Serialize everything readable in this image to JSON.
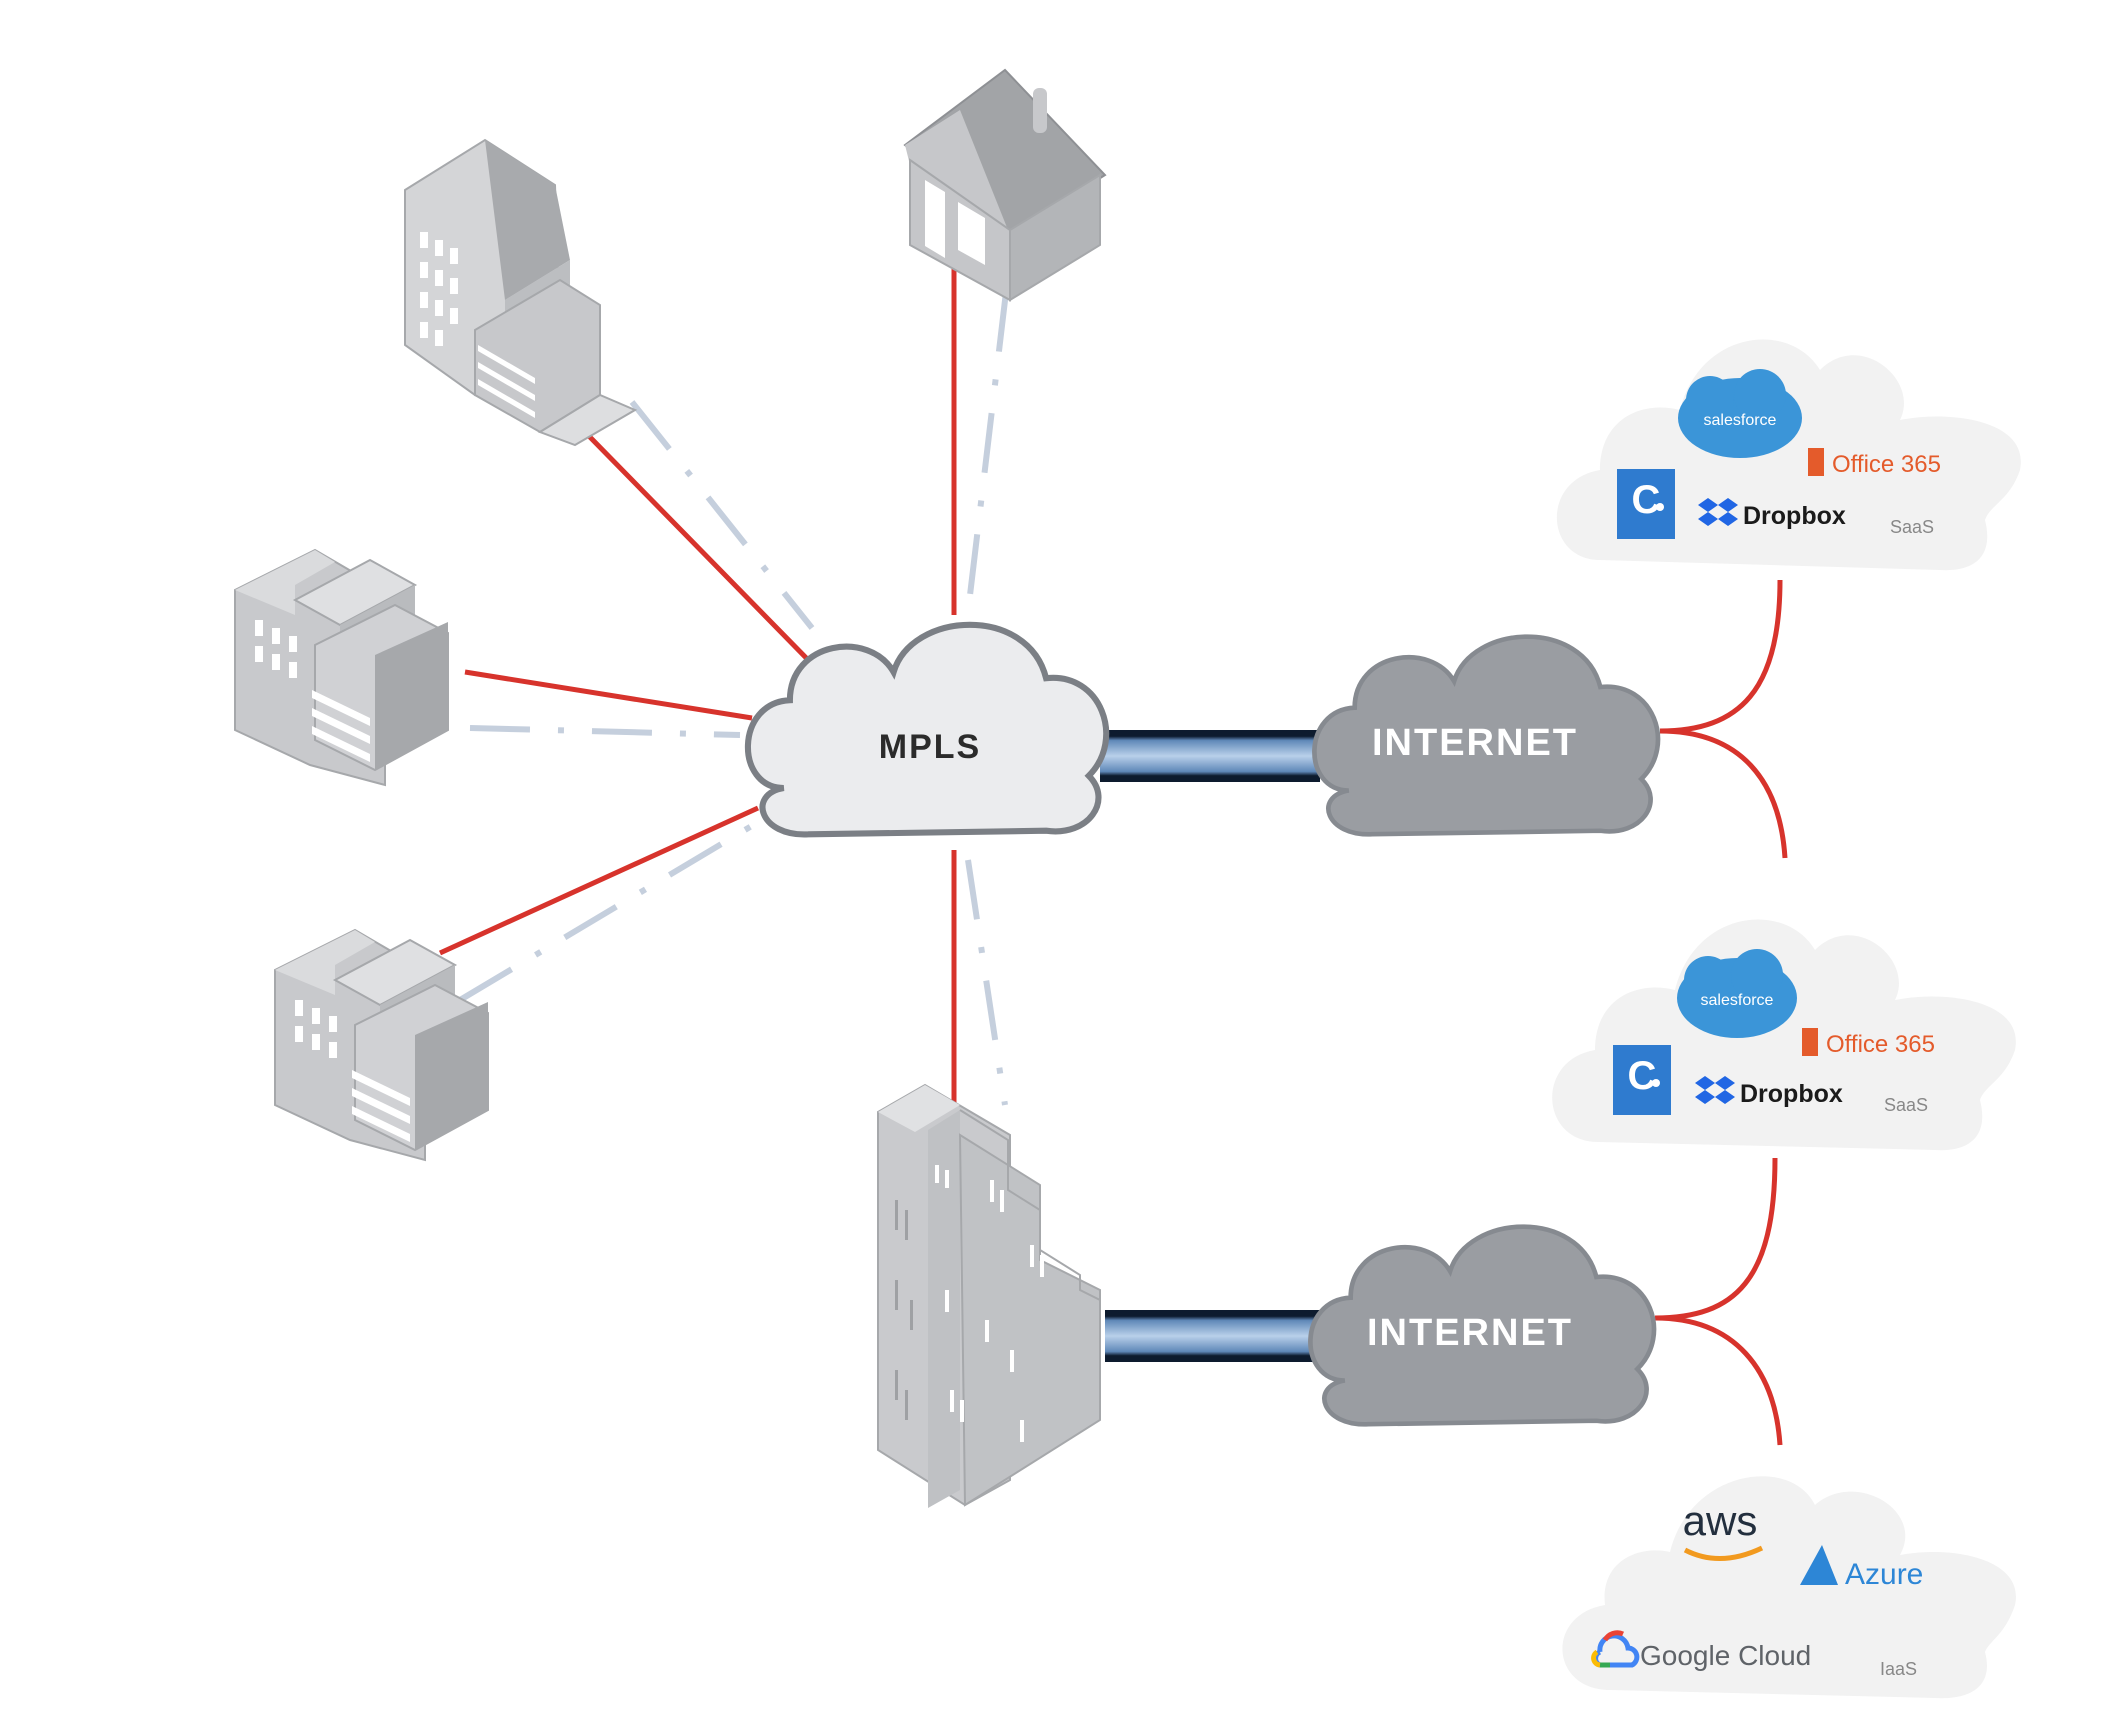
{
  "diagram": {
    "hub": {
      "label": "MPLS"
    },
    "internet_top": {
      "label": "INTERNET"
    },
    "internet_bottom": {
      "label": "INTERNET"
    },
    "sites": [
      {
        "name": "office-building-tall"
      },
      {
        "name": "home-office"
      },
      {
        "name": "branch-office-1"
      },
      {
        "name": "branch-office-2"
      },
      {
        "name": "headquarters-skyscraper"
      }
    ],
    "saas_top": {
      "category": "SaaS",
      "apps": [
        "salesforce",
        "Office 365",
        "Dropbox",
        "Concur"
      ]
    },
    "saas_bottom": {
      "category": "SaaS",
      "apps": [
        "salesforce",
        "Office 365",
        "Dropbox",
        "Concur"
      ]
    },
    "iaas": {
      "category": "IaaS",
      "providers": [
        "aws",
        "Azure",
        "Google Cloud"
      ]
    },
    "colors": {
      "mpls_link": "#d7332c",
      "backup_link": "#c5cfdd",
      "internet_cloud": "#9a9da2",
      "mpls_cloud": "#ebecee",
      "cloud_outline": "#7b7f85",
      "app_cloud": "#f2f2f2",
      "building_light": "#d9dadc",
      "building_dark": "#a6a8ab",
      "tube_blue": "#8cb0d6"
    },
    "logo_text": {
      "salesforce": "salesforce",
      "office": "Office 365",
      "dropbox": "Dropbox",
      "concur": "concur",
      "aws": "aws",
      "azure": "Azure",
      "google": "Google Cloud"
    }
  }
}
